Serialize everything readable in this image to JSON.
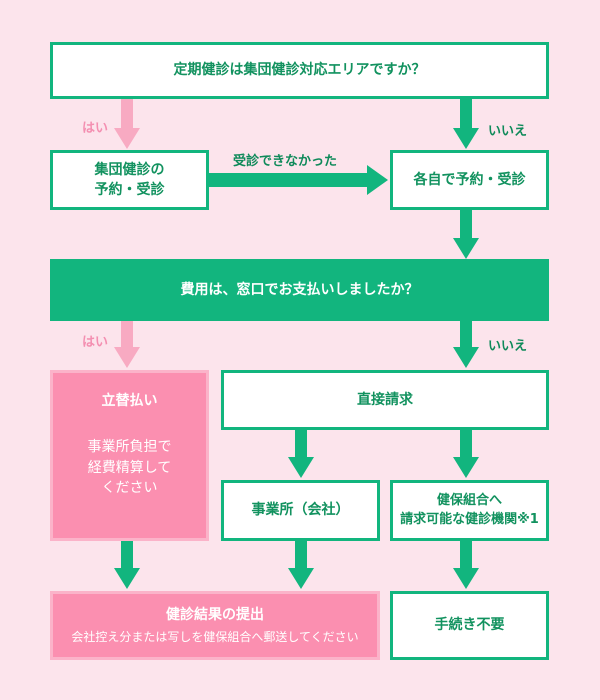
{
  "colors": {
    "green": "#12b57e",
    "pink": "#fb8fb0",
    "pink_light": "#f8aac2",
    "background": "#fce4ec"
  },
  "q1": {
    "text": "定期健診は集団健診対応エリアですか？"
  },
  "q1_yes_label": "はい",
  "q1_no_label": "いいえ",
  "group_checkup": {
    "line1": "集団健診の",
    "line2": "予約・受診"
  },
  "fail_label": "受診できなかった",
  "individual": {
    "text": "各自で予約・受診"
  },
  "q2": {
    "text": "費用は、窓口でお支払いしましたか？"
  },
  "q2_yes_label": "はい",
  "q2_no_label": "いいえ",
  "advance": {
    "title": "立替払い",
    "line1": "事業所負担で",
    "line2": "経費精算して",
    "line3": "ください"
  },
  "direct": {
    "text": "直接請求"
  },
  "company": {
    "text": "事業所（会社）"
  },
  "union": {
    "line1": "健保組合へ",
    "line2": "請求可能な健診機関※1"
  },
  "submit": {
    "title": "健診結果の提出",
    "subtitle": "会社控え分または写しを健保組合へ郵送してください"
  },
  "no_procedure": {
    "text": "手続き不要"
  }
}
